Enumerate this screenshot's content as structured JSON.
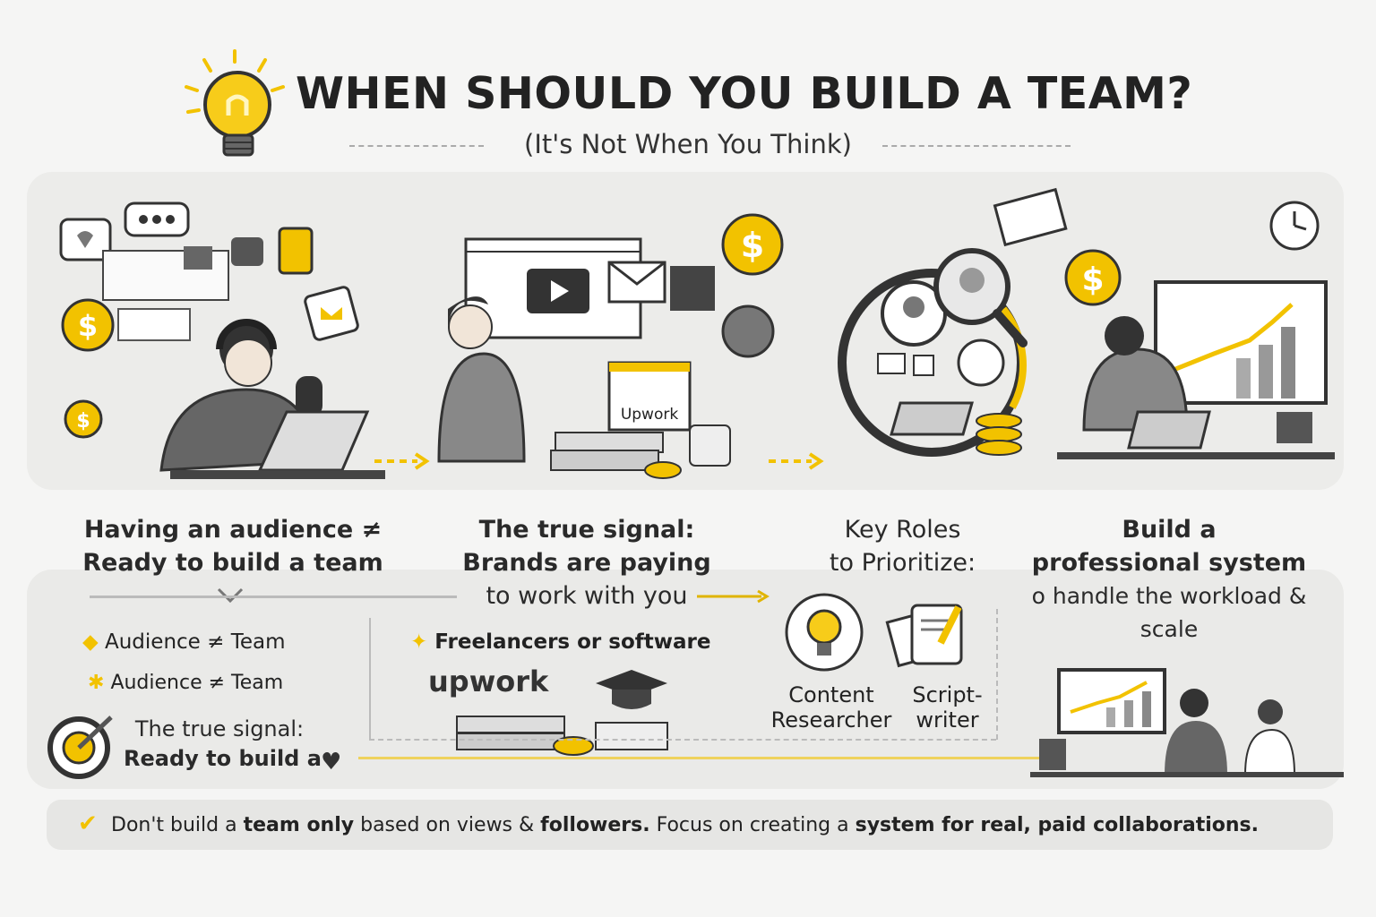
{
  "header": {
    "title": "WHEN SHOULD YOU BUILD A TEAM?",
    "subtitle": "(It's Not When You Think)"
  },
  "columns": [
    {
      "heading_line1": "Having an audience ≠",
      "heading_line2": "Ready to build a team",
      "items": [
        "Audience ≠ Team",
        "Audience ≠ Team"
      ],
      "signal_line1": "The true signal:",
      "signal_line2": "Ready to build a"
    },
    {
      "heading_line1": "The true signal:",
      "heading_line2": "Brands are paying",
      "heading_line3": "to work with you",
      "items": [
        "Freelancers or software"
      ],
      "logo_text": "upwork",
      "logo_text_small": "Upwork"
    },
    {
      "heading_line1": "Key Roles",
      "heading_line2": "to Prioritize:",
      "roles": [
        {
          "line1": "Content",
          "line2": "Researcher"
        },
        {
          "line1": "Script-",
          "line2": "writer"
        }
      ]
    },
    {
      "heading_line1": "Build a",
      "heading_line2": "professional system",
      "heading_line3": "o handle the workload &",
      "heading_line4": "scale"
    }
  ],
  "footer": {
    "pre": "Don't build a ",
    "b1": "team only",
    "mid1": " based on views & ",
    "b2": "followers.",
    "mid2": " Focus on creating a ",
    "b3": "system for real, paid collaborations."
  },
  "colors": {
    "accent": "#f2c200",
    "ink": "#222222",
    "panel": "#ececea"
  }
}
